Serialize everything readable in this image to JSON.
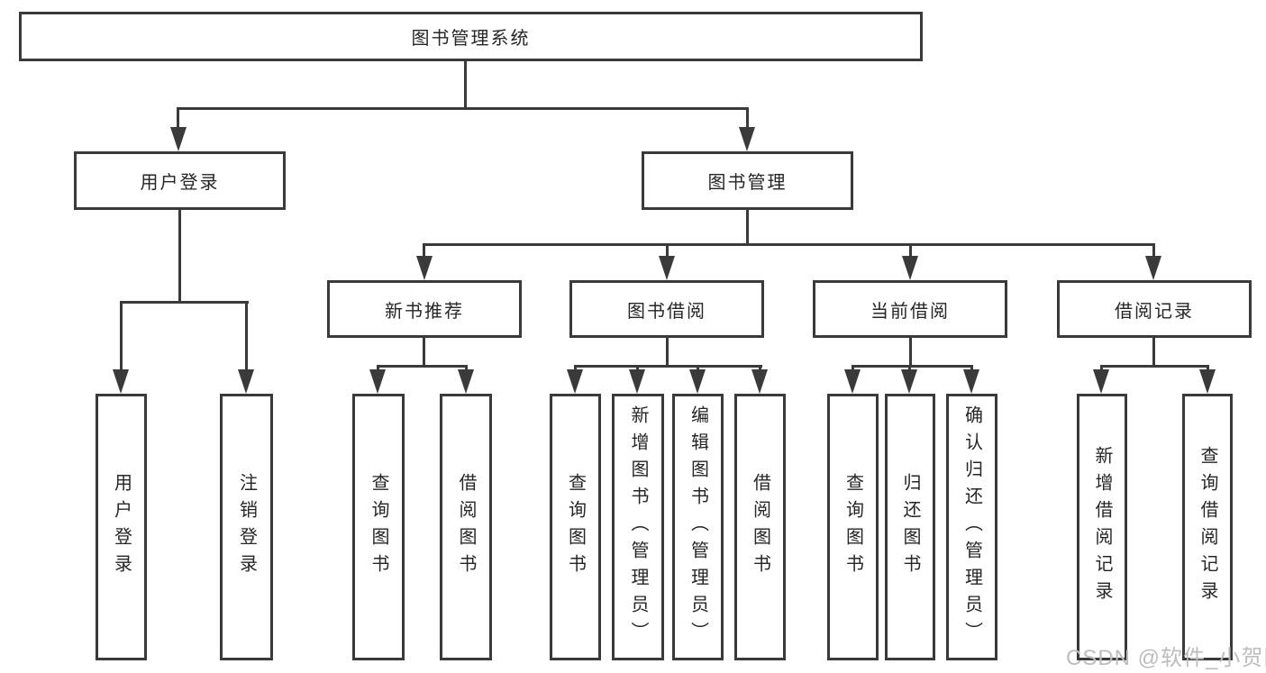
{
  "diagram": {
    "title": "图书管理系统",
    "root": {
      "label": "图书管理系统"
    },
    "level2": [
      {
        "label": "用户登录"
      },
      {
        "label": "图书管理"
      }
    ],
    "level3": [
      {
        "label": "新书推荐"
      },
      {
        "label": "图书借阅"
      },
      {
        "label": "当前借阅"
      },
      {
        "label": "借阅记录"
      }
    ],
    "leaves": [
      {
        "label": "用户登录"
      },
      {
        "label": "注销登录"
      },
      {
        "label": "查询图书"
      },
      {
        "label": "借阅图书"
      },
      {
        "label": "查询图书"
      },
      {
        "label": "新增图书（管理员）"
      },
      {
        "label": "编辑图书（管理员）"
      },
      {
        "label": "借阅图书"
      },
      {
        "label": "查询图书"
      },
      {
        "label": "归还图书"
      },
      {
        "label": "确认归还（管理员）"
      },
      {
        "label": "新增借阅记录"
      },
      {
        "label": "查询借阅记录"
      }
    ]
  },
  "watermark": {
    "text": "CSDN @软件_小贺同学"
  },
  "colors": {
    "line": "#3a3a3a",
    "text": "#262626",
    "background": "#ffffff",
    "watermark": "#bdbdbd"
  }
}
